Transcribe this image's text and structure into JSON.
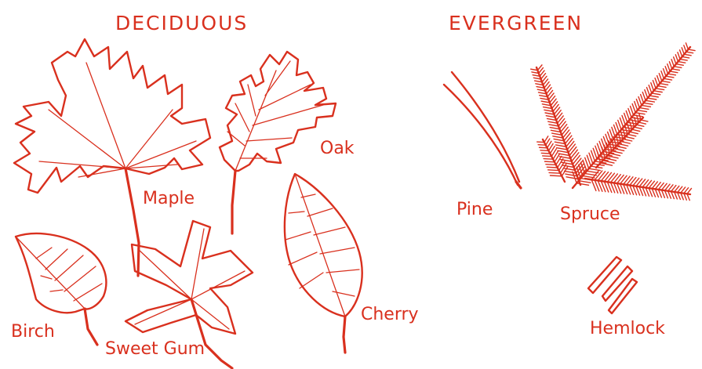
{
  "headings": {
    "deciduous": "DECIDUOUS",
    "evergreen": "EVERGREEN"
  },
  "labels": {
    "maple": "Maple",
    "oak": "Oak",
    "birch": "Birch",
    "sweet_gum": "Sweet Gum",
    "cherry": "Cherry",
    "pine": "Pine",
    "spruce": "Spruce",
    "hemlock": "Hemlock"
  },
  "colors": {
    "ink": "#d9301e",
    "background": "#ffffff"
  }
}
